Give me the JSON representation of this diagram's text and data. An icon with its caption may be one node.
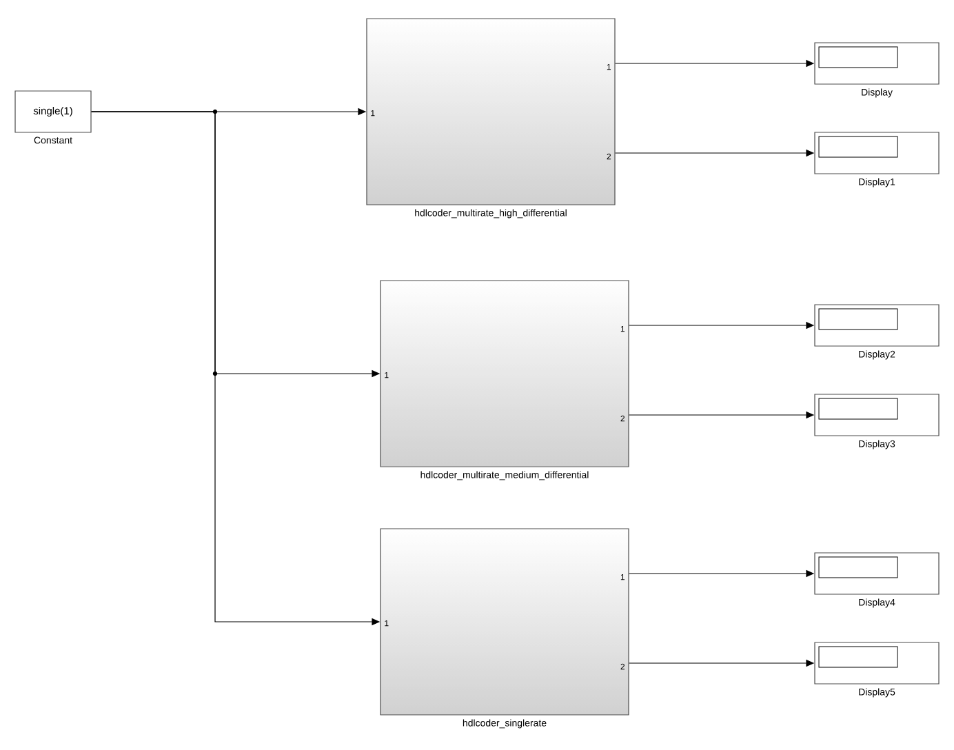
{
  "diagram": {
    "nodes": [
      {
        "text": [
          "single(1)"
        ],
        "beside": [
          "Constant"
        ]
      },
      {
        "text": [
          "1",
          "1",
          "2"
        ],
        "beside": [
          "hdlcoder_multirate_high_differential"
        ]
      },
      {
        "text": [
          "1",
          "1",
          "2"
        ],
        "beside": [
          "hdlcoder_multirate_medium_differential"
        ]
      },
      {
        "text": [
          "1",
          "1",
          "2"
        ],
        "beside": [
          "hdlcoder_singlerate"
        ]
      },
      {
        "text": [],
        "shape": "box",
        "beside": [
          "Display"
        ]
      },
      {
        "text": [],
        "shape": "box",
        "beside": [
          "Display1"
        ]
      },
      {
        "text": [],
        "shape": "box",
        "beside": [
          "Display2"
        ]
      },
      {
        "text": [],
        "shape": "box",
        "beside": [
          "Display3"
        ]
      },
      {
        "text": [],
        "shape": "box",
        "beside": [
          "Display4"
        ]
      },
      {
        "text": [],
        "shape": "box",
        "beside": [
          "Display5"
        ]
      }
    ],
    "edges": [
      {
        "from": 0,
        "to": 1,
        "arrow": "to"
      },
      {
        "from": 0,
        "to": 2,
        "arrow": "to"
      },
      {
        "from": 0,
        "to": 3,
        "arrow": "to"
      },
      {
        "from": 1,
        "to": 4,
        "arrow": "to"
      },
      {
        "from": 1,
        "to": 5,
        "arrow": "to"
      },
      {
        "from": 2,
        "to": 6,
        "arrow": "to"
      },
      {
        "from": 2,
        "to": 7,
        "arrow": "to"
      },
      {
        "from": 3,
        "to": 8,
        "arrow": "to"
      },
      {
        "from": 3,
        "to": 9,
        "arrow": "to"
      }
    ]
  }
}
